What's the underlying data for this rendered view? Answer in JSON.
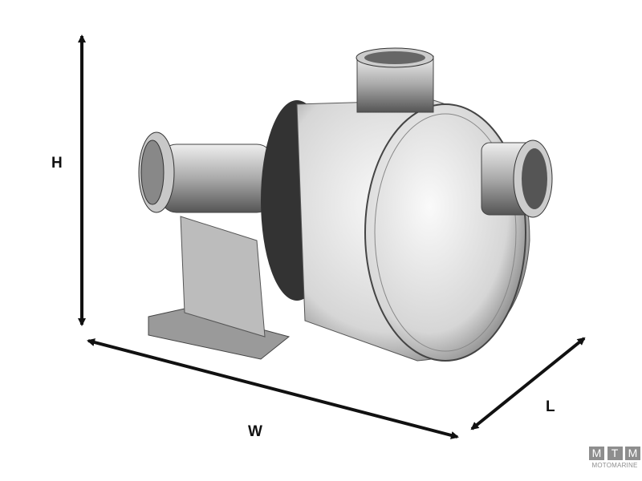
{
  "dimensions": {
    "height_label": "H",
    "width_label": "W",
    "length_label": "L"
  },
  "logo": {
    "letters": [
      "M",
      "T",
      "M"
    ],
    "text": "MOTOMARINE"
  },
  "colors": {
    "arrow": "#111111",
    "logo": "#8e8e8e"
  }
}
